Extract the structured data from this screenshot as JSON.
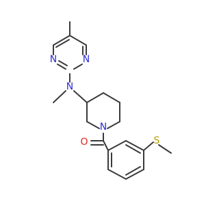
{
  "molecule": {
    "atom_labels": {
      "n_pyrimidine_left": "N",
      "n_pyrimidine_right": "N",
      "n_amine": "N",
      "n_piperidine": "N",
      "o_carbonyl": "O",
      "s_thioether": "S"
    }
  },
  "colors": {
    "bond": "#3a3a3a",
    "nitrogen": "#2c2cd6",
    "oxygen": "#e0231d",
    "sulfur": "#b4a000"
  }
}
